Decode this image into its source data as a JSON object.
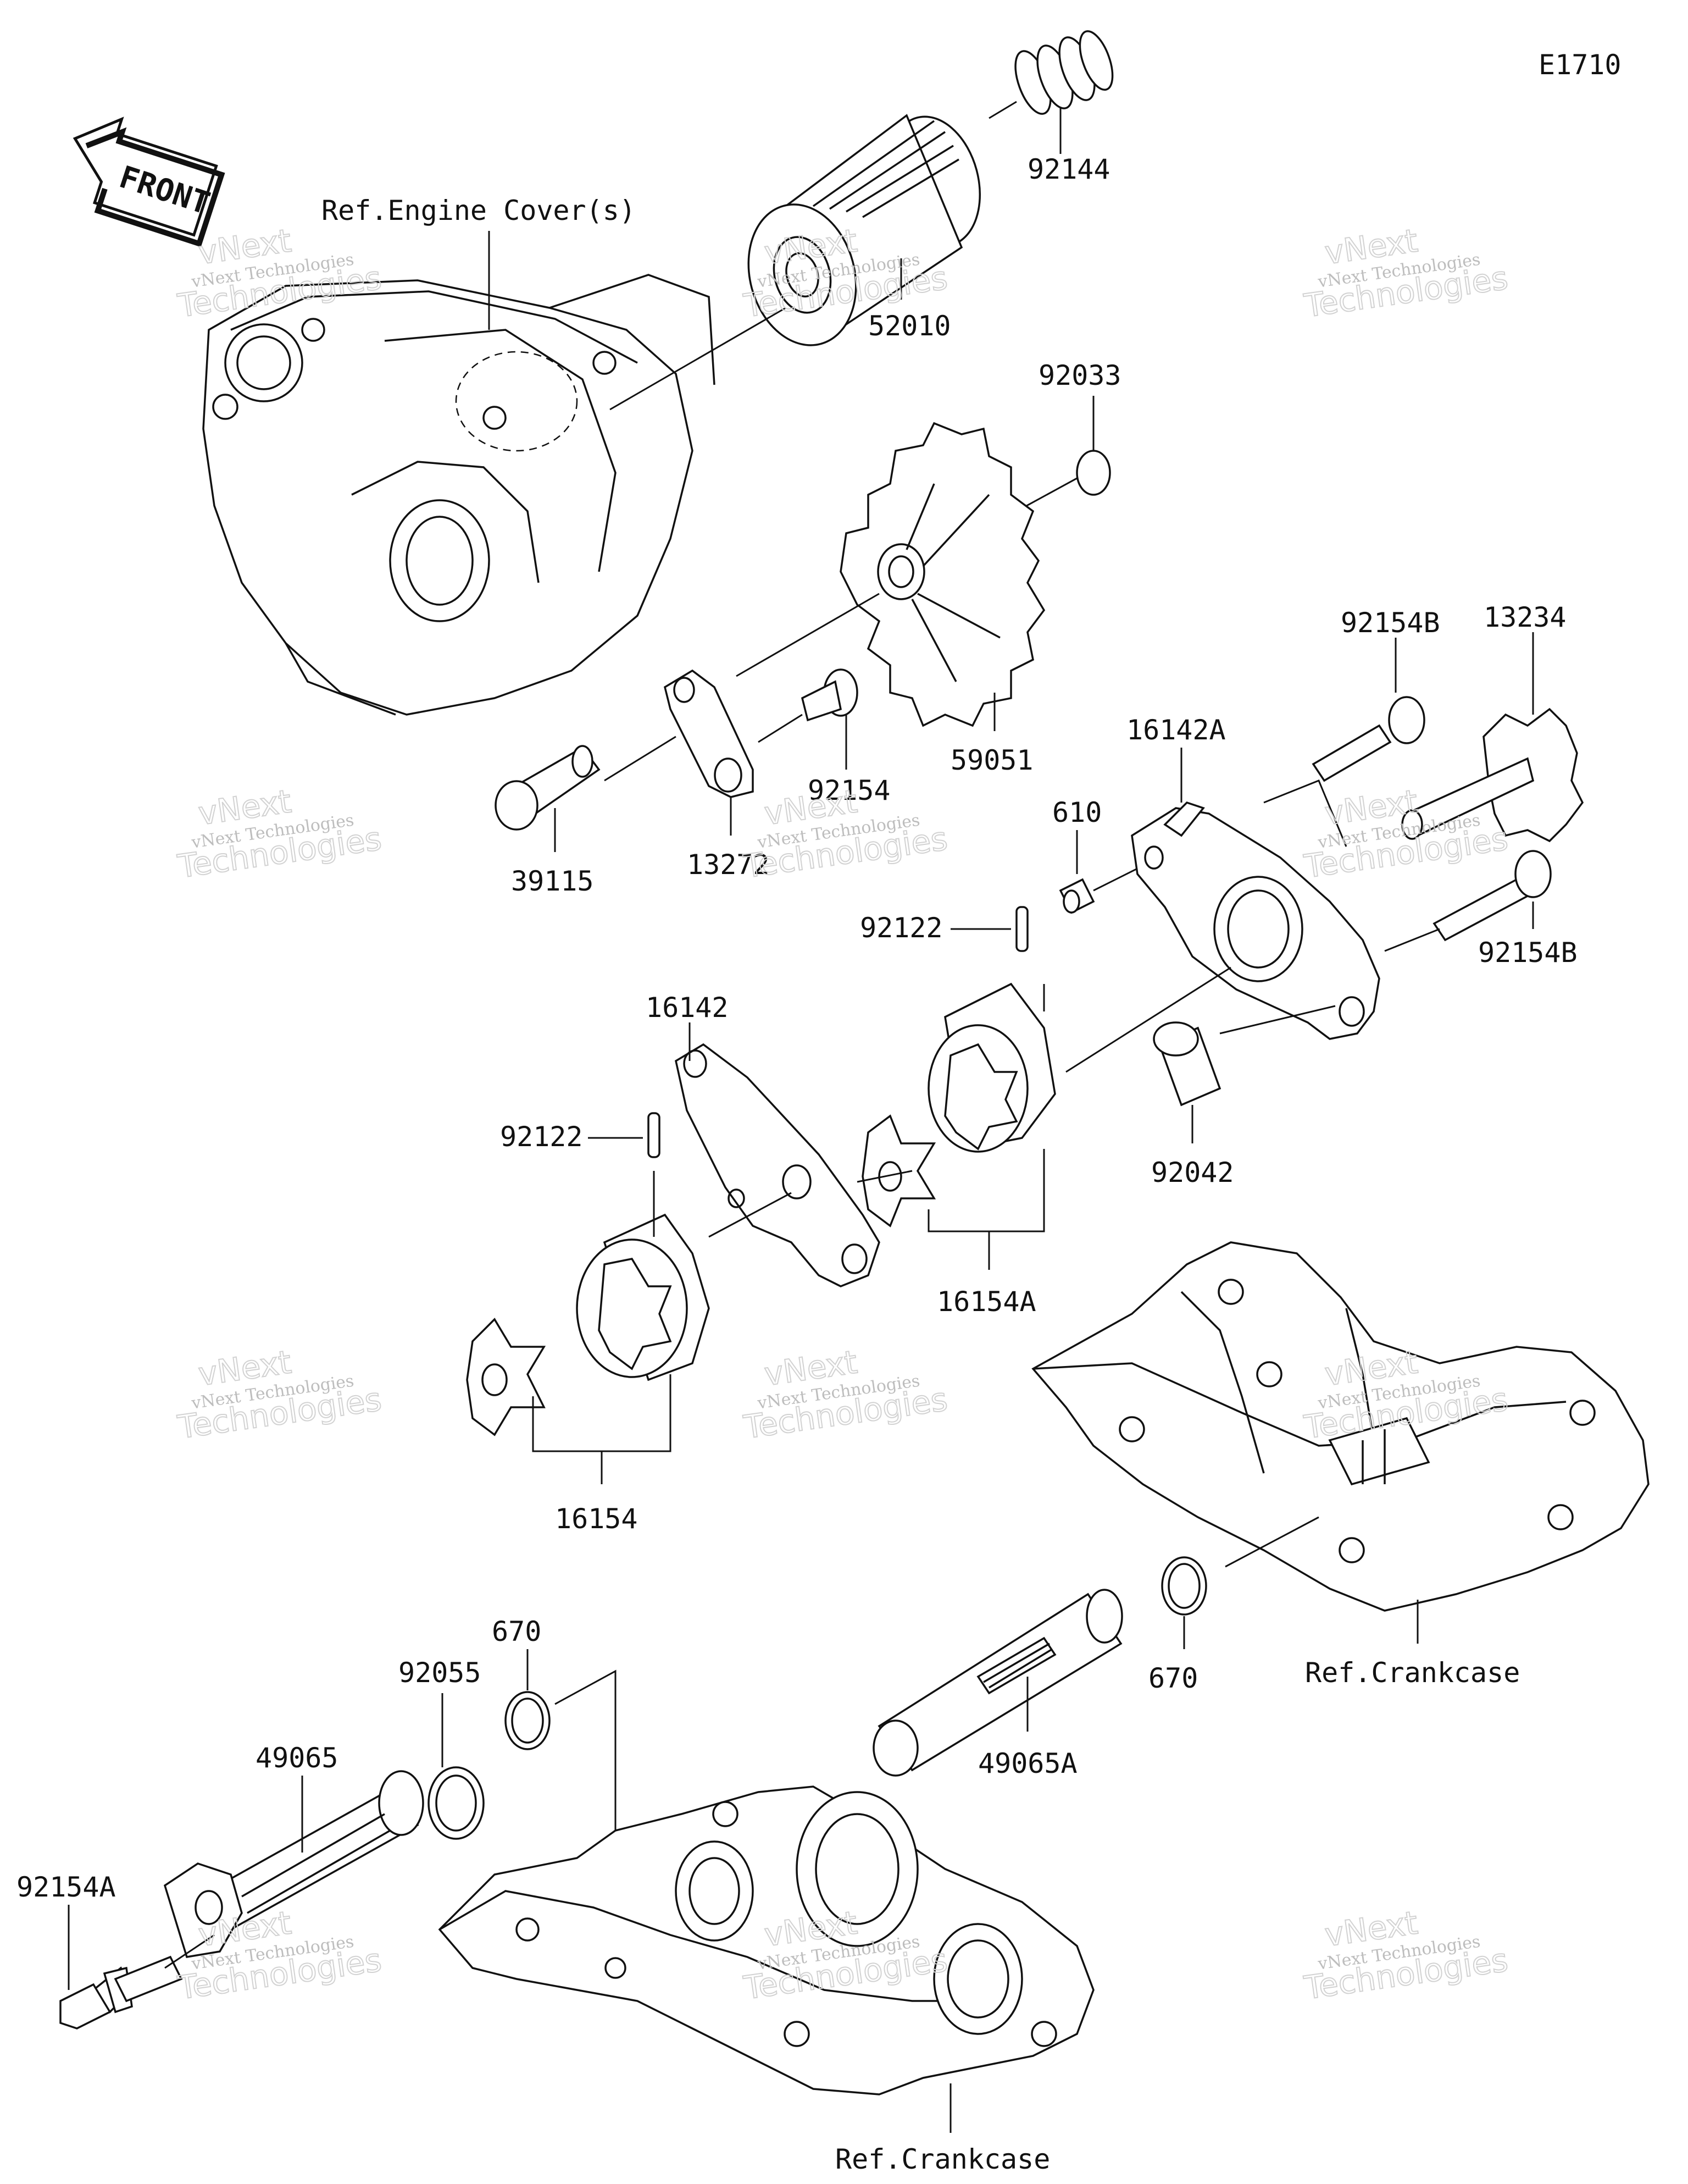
{
  "diagram_code": "E1710",
  "front_label": "FRONT",
  "references": {
    "engine_cover": "Ref.Engine Cover(s)",
    "crankcase_right": "Ref.Crankcase",
    "crankcase_bottom": "Ref.Crankcase"
  },
  "parts": [
    {
      "id": "p92144",
      "label": "92144"
    },
    {
      "id": "p52010",
      "label": "52010"
    },
    {
      "id": "p92033",
      "label": "92033"
    },
    {
      "id": "p59051",
      "label": "59051"
    },
    {
      "id": "p92154",
      "label": "92154"
    },
    {
      "id": "p13272",
      "label": "13272"
    },
    {
      "id": "p39115",
      "label": "39115"
    },
    {
      "id": "p92154B_top",
      "label": "92154B"
    },
    {
      "id": "p13234",
      "label": "13234"
    },
    {
      "id": "p16142A",
      "label": "16142A"
    },
    {
      "id": "p610",
      "label": "610"
    },
    {
      "id": "p92122_top",
      "label": "92122"
    },
    {
      "id": "p92154B_bottom",
      "label": "92154B"
    },
    {
      "id": "p16142",
      "label": "16142"
    },
    {
      "id": "p92122_left",
      "label": "92122"
    },
    {
      "id": "p92042",
      "label": "92042"
    },
    {
      "id": "p16154A",
      "label": "16154A"
    },
    {
      "id": "p16154",
      "label": "16154"
    },
    {
      "id": "p670_right",
      "label": "670"
    },
    {
      "id": "p670_left",
      "label": "670"
    },
    {
      "id": "p92055",
      "label": "92055"
    },
    {
      "id": "p49065",
      "label": "49065"
    },
    {
      "id": "p49065A",
      "label": "49065A"
    },
    {
      "id": "p92154A",
      "label": "92154A"
    }
  ],
  "watermark": {
    "line1": "vNext Technologies",
    "line2": "Technologies",
    "line3": "vNext"
  }
}
